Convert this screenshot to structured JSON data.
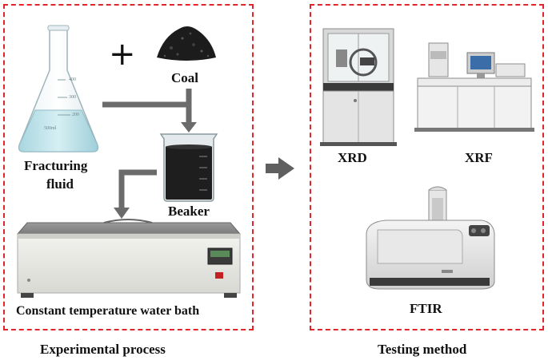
{
  "panels": {
    "experimental": {
      "caption": "Experimental process",
      "labels": {
        "plus": "+",
        "coal": "Coal",
        "fracturing_fluid_line1": "Fracturing",
        "fracturing_fluid_line2": "fluid",
        "beaker": "Beaker",
        "water_bath": "Constant temperature water bath"
      },
      "flask_marks": [
        "400",
        "300",
        "200",
        "500ml"
      ]
    },
    "testing": {
      "caption": "Testing method",
      "labels": {
        "xrd": "XRD",
        "xrf": "XRF",
        "ftir": "FTIR"
      }
    }
  },
  "colors": {
    "border": "#e0262b",
    "arrow": "#6b6b6b",
    "coal": "#1c1c1c",
    "fluid": "#bfe3ea"
  },
  "icons": [
    "flask-icon",
    "coal-pile-icon",
    "beaker-icon",
    "water-bath-icon",
    "xrd-instrument-icon",
    "xrf-instrument-icon",
    "ftir-instrument-icon",
    "flow-arrow-icon"
  ]
}
